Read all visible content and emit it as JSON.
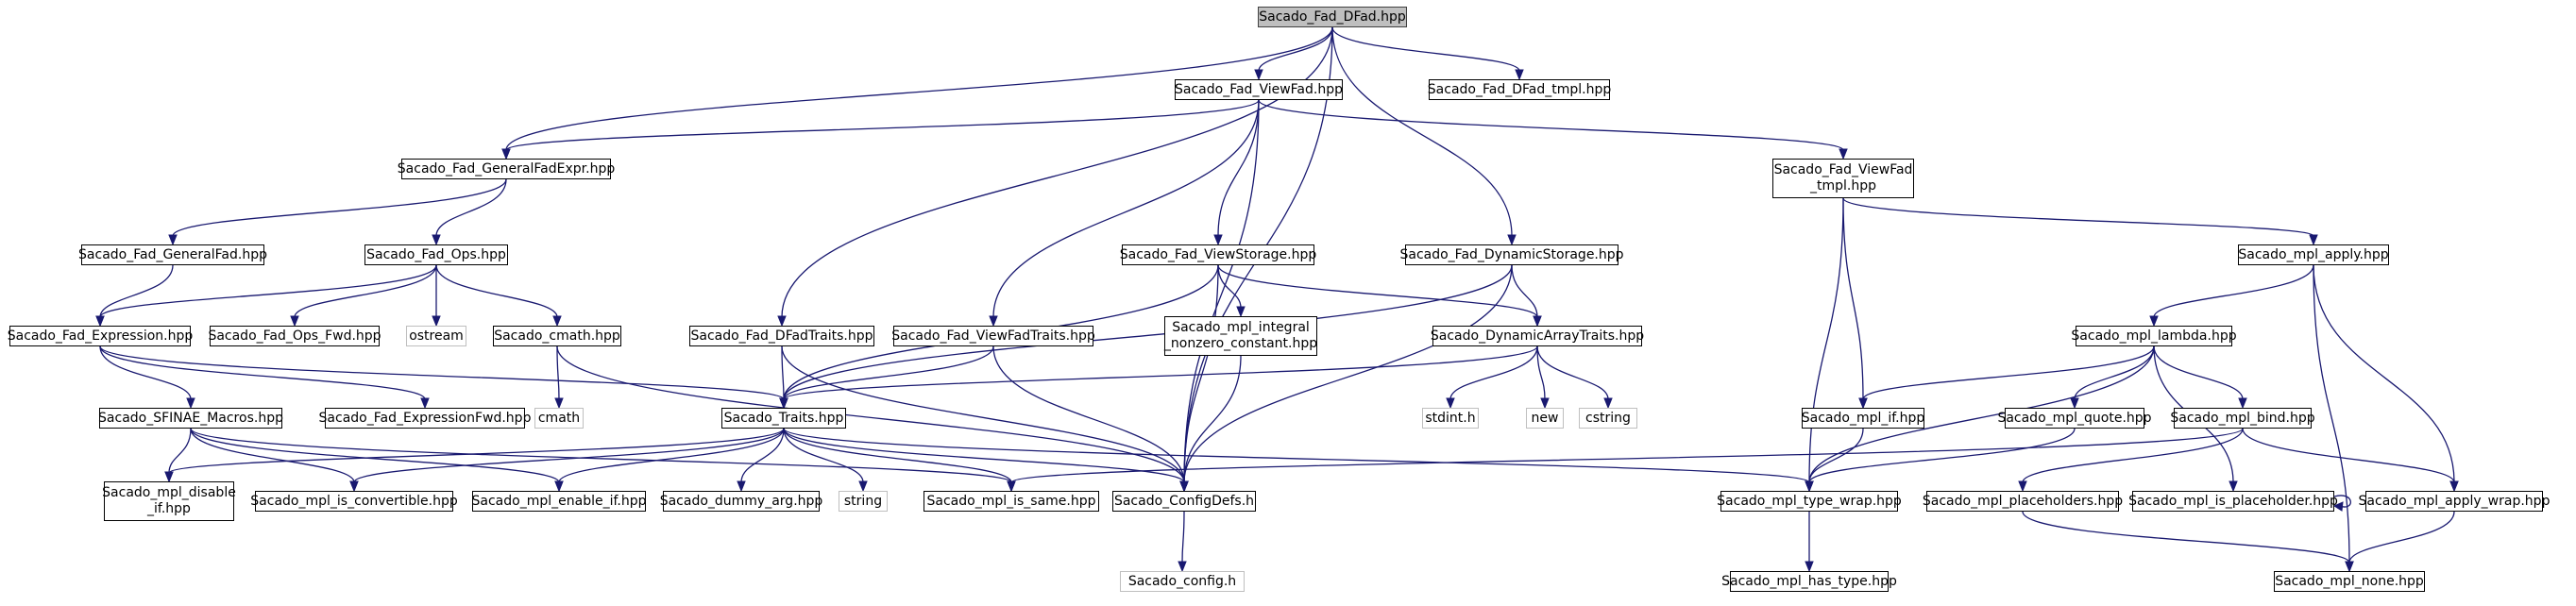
{
  "colors": {
    "edge": "#191970",
    "root_fill": "#bfbfbf",
    "node_border": "#000000",
    "external_border": "#bfbfbf"
  },
  "nodes": [
    {
      "id": "dfad",
      "label": "Sacado_Fad_DFad.hpp",
      "kind": "root"
    },
    {
      "id": "viewfad",
      "label": "Sacado_Fad_ViewFad.hpp"
    },
    {
      "id": "dfad_tmpl",
      "label": "Sacado_Fad_DFad_tmpl.hpp"
    },
    {
      "id": "generalfadexpr",
      "label": "Sacado_Fad_GeneralFadExpr.hpp"
    },
    {
      "id": "viewfad_tmpl",
      "label": "Sacado_Fad_ViewFad\n_tmpl.hpp"
    },
    {
      "id": "generalfad",
      "label": "Sacado_Fad_GeneralFad.hpp"
    },
    {
      "id": "ops",
      "label": "Sacado_Fad_Ops.hpp"
    },
    {
      "id": "viewstorage",
      "label": "Sacado_Fad_ViewStorage.hpp"
    },
    {
      "id": "dynamicstorage",
      "label": "Sacado_Fad_DynamicStorage.hpp"
    },
    {
      "id": "mpl_apply",
      "label": "Sacado_mpl_apply.hpp"
    },
    {
      "id": "expression",
      "label": "Sacado_Fad_Expression.hpp"
    },
    {
      "id": "ops_fwd",
      "label": "Sacado_Fad_Ops_Fwd.hpp"
    },
    {
      "id": "ostream",
      "label": "ostream",
      "kind": "external"
    },
    {
      "id": "cmath_hpp",
      "label": "Sacado_cmath.hpp"
    },
    {
      "id": "dfadtraits",
      "label": "Sacado_Fad_DFadTraits.hpp"
    },
    {
      "id": "viewfadtraits",
      "label": "Sacado_Fad_ViewFadTraits.hpp"
    },
    {
      "id": "mpl_integral",
      "label": "Sacado_mpl_integral\n_nonzero_constant.hpp"
    },
    {
      "id": "dynarraytraits",
      "label": "Sacado_DynamicArrayTraits.hpp"
    },
    {
      "id": "mpl_lambda",
      "label": "Sacado_mpl_lambda.hpp"
    },
    {
      "id": "sfinae",
      "label": "Sacado_SFINAE_Macros.hpp"
    },
    {
      "id": "expressionfwd",
      "label": "Sacado_Fad_ExpressionFwd.hpp"
    },
    {
      "id": "cmath",
      "label": "cmath",
      "kind": "external"
    },
    {
      "id": "traits",
      "label": "Sacado_Traits.hpp"
    },
    {
      "id": "stdint",
      "label": "stdint.h",
      "kind": "external"
    },
    {
      "id": "new",
      "label": "new",
      "kind": "external"
    },
    {
      "id": "cstring",
      "label": "cstring",
      "kind": "external"
    },
    {
      "id": "mpl_if",
      "label": "Sacado_mpl_if.hpp"
    },
    {
      "id": "mpl_quote",
      "label": "Sacado_mpl_quote.hpp"
    },
    {
      "id": "mpl_bind",
      "label": "Sacado_mpl_bind.hpp"
    },
    {
      "id": "mpl_disable_if",
      "label": "Sacado_mpl_disable\n_if.hpp"
    },
    {
      "id": "mpl_is_convertible",
      "label": "Sacado_mpl_is_convertible.hpp"
    },
    {
      "id": "mpl_enable_if",
      "label": "Sacado_mpl_enable_if.hpp"
    },
    {
      "id": "dummy_arg",
      "label": "Sacado_dummy_arg.hpp"
    },
    {
      "id": "string",
      "label": "string",
      "kind": "external"
    },
    {
      "id": "mpl_is_same",
      "label": "Sacado_mpl_is_same.hpp"
    },
    {
      "id": "configdefs",
      "label": "Sacado_ConfigDefs.h"
    },
    {
      "id": "mpl_type_wrap",
      "label": "Sacado_mpl_type_wrap.hpp"
    },
    {
      "id": "mpl_placeholders",
      "label": "Sacado_mpl_placeholders.hpp"
    },
    {
      "id": "mpl_is_placeholder",
      "label": "Sacado_mpl_is_placeholder.hpp"
    },
    {
      "id": "mpl_apply_wrap",
      "label": "Sacado_mpl_apply_wrap.hpp"
    },
    {
      "id": "config_h",
      "label": "Sacado_config.h",
      "kind": "external"
    },
    {
      "id": "mpl_has_type",
      "label": "Sacado_mpl_has_type.hpp"
    },
    {
      "id": "mpl_none",
      "label": "Sacado_mpl_none.hpp"
    }
  ],
  "edges": [
    [
      "dfad",
      "viewfad"
    ],
    [
      "dfad",
      "dfad_tmpl"
    ],
    [
      "dfad",
      "generalfadexpr"
    ],
    [
      "dfad",
      "dfadtraits"
    ],
    [
      "dfad",
      "dynamicstorage"
    ],
    [
      "dfad",
      "configdefs"
    ],
    [
      "viewfad",
      "generalfadexpr"
    ],
    [
      "viewfad",
      "viewfad_tmpl"
    ],
    [
      "viewfad",
      "viewstorage"
    ],
    [
      "viewfad",
      "viewfadtraits"
    ],
    [
      "viewfad",
      "configdefs"
    ],
    [
      "generalfadexpr",
      "generalfad"
    ],
    [
      "generalfadexpr",
      "ops"
    ],
    [
      "generalfad",
      "expression"
    ],
    [
      "ops",
      "expression"
    ],
    [
      "ops",
      "ops_fwd"
    ],
    [
      "ops",
      "ostream"
    ],
    [
      "ops",
      "cmath_hpp"
    ],
    [
      "expression",
      "sfinae"
    ],
    [
      "expression",
      "expressionfwd"
    ],
    [
      "expression",
      "traits"
    ],
    [
      "cmath_hpp",
      "cmath"
    ],
    [
      "cmath_hpp",
      "configdefs"
    ],
    [
      "sfinae",
      "mpl_disable_if"
    ],
    [
      "sfinae",
      "mpl_is_convertible"
    ],
    [
      "sfinae",
      "mpl_enable_if"
    ],
    [
      "sfinae",
      "mpl_is_same"
    ],
    [
      "traits",
      "mpl_disable_if"
    ],
    [
      "traits",
      "mpl_is_convertible"
    ],
    [
      "traits",
      "mpl_enable_if"
    ],
    [
      "traits",
      "dummy_arg"
    ],
    [
      "traits",
      "string"
    ],
    [
      "traits",
      "mpl_is_same"
    ],
    [
      "traits",
      "configdefs"
    ],
    [
      "traits",
      "mpl_type_wrap"
    ],
    [
      "dfadtraits",
      "traits"
    ],
    [
      "dfadtraits",
      "configdefs"
    ],
    [
      "viewfadtraits",
      "traits"
    ],
    [
      "viewfadtraits",
      "configdefs"
    ],
    [
      "viewstorage",
      "traits"
    ],
    [
      "viewstorage",
      "configdefs"
    ],
    [
      "viewstorage",
      "mpl_integral"
    ],
    [
      "viewstorage",
      "dynarraytraits"
    ],
    [
      "mpl_integral",
      "configdefs"
    ],
    [
      "dynamicstorage",
      "dynarraytraits"
    ],
    [
      "dynamicstorage",
      "traits"
    ],
    [
      "dynamicstorage",
      "configdefs"
    ],
    [
      "dynarraytraits",
      "traits"
    ],
    [
      "dynarraytraits",
      "stdint"
    ],
    [
      "dynarraytraits",
      "new"
    ],
    [
      "dynarraytraits",
      "cstring"
    ],
    [
      "viewfad_tmpl",
      "mpl_if"
    ],
    [
      "viewfad_tmpl",
      "mpl_type_wrap"
    ],
    [
      "viewfad_tmpl",
      "mpl_apply"
    ],
    [
      "mpl_apply",
      "mpl_lambda"
    ],
    [
      "mpl_apply",
      "mpl_apply_wrap"
    ],
    [
      "mpl_apply",
      "mpl_none"
    ],
    [
      "mpl_lambda",
      "mpl_if"
    ],
    [
      "mpl_lambda",
      "mpl_type_wrap"
    ],
    [
      "mpl_lambda",
      "mpl_quote"
    ],
    [
      "mpl_lambda",
      "mpl_bind"
    ],
    [
      "mpl_lambda",
      "mpl_is_placeholder"
    ],
    [
      "mpl_if",
      "mpl_type_wrap"
    ],
    [
      "mpl_quote",
      "mpl_type_wrap"
    ],
    [
      "mpl_bind",
      "mpl_is_same"
    ],
    [
      "mpl_bind",
      "mpl_placeholders"
    ],
    [
      "mpl_bind",
      "mpl_apply_wrap"
    ],
    [
      "mpl_placeholders",
      "mpl_none"
    ],
    [
      "mpl_is_placeholder",
      "mpl_is_placeholder"
    ],
    [
      "mpl_apply_wrap",
      "mpl_none"
    ],
    [
      "mpl_type_wrap",
      "mpl_has_type"
    ],
    [
      "configdefs",
      "config_h"
    ]
  ]
}
